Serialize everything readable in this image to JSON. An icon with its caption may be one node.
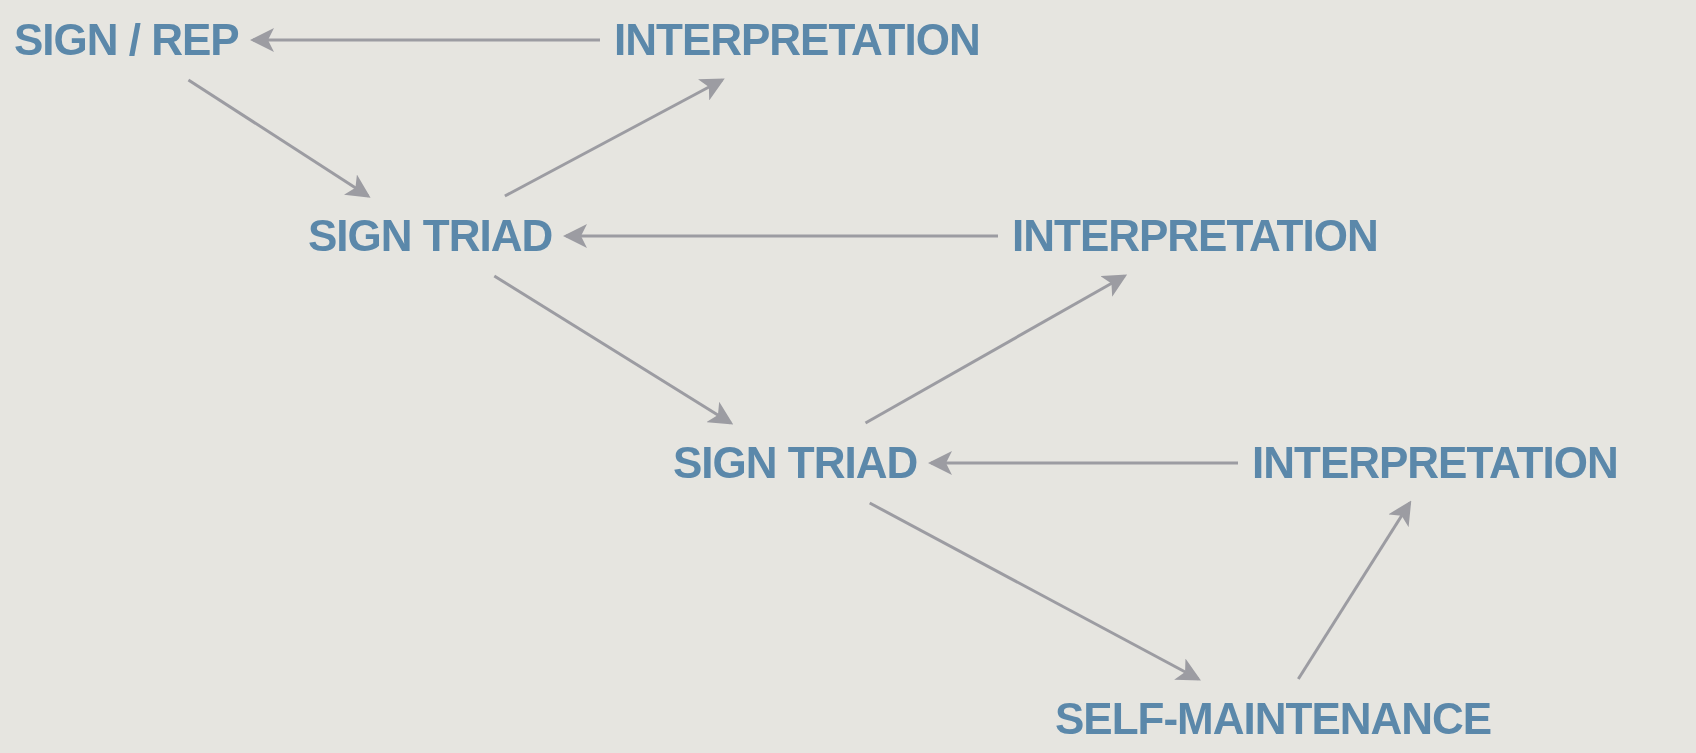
{
  "diagram": {
    "nodes": [
      {
        "text": [
          "SIGN / REP"
        ]
      },
      {
        "text": [
          "INTERPRETATION"
        ]
      },
      {
        "text": [
          "SIGN TRIAD"
        ]
      },
      {
        "text": [
          "INTERPRETATION"
        ]
      },
      {
        "text": [
          "SIGN TRIAD"
        ]
      },
      {
        "text": [
          "INTERPRETATION"
        ]
      },
      {
        "text": [
          "SELF-MAINTENANCE"
        ]
      }
    ],
    "edges": [
      {
        "from": 1,
        "to": 0,
        "arrow": "to"
      },
      {
        "from": 0,
        "to": 2,
        "arrow": "to"
      },
      {
        "from": 2,
        "to": 1,
        "arrow": "to"
      },
      {
        "from": 3,
        "to": 2,
        "arrow": "to"
      },
      {
        "from": 2,
        "to": 4,
        "arrow": "to"
      },
      {
        "from": 4,
        "to": 3,
        "arrow": "to"
      },
      {
        "from": 5,
        "to": 4,
        "arrow": "to"
      },
      {
        "from": 4,
        "to": 6,
        "arrow": "to"
      },
      {
        "from": 6,
        "to": 5,
        "arrow": "to"
      }
    ]
  }
}
